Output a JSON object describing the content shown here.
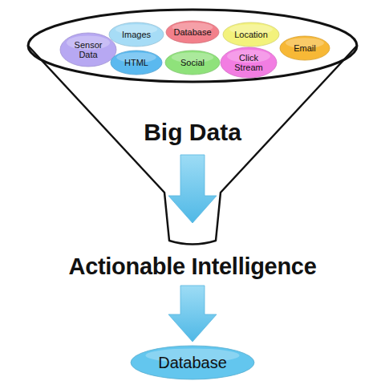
{
  "diagram": {
    "nodes": [
      {
        "text": [
          "Big Data"
        ]
      },
      {
        "text": [
          "Sensor Data"
        ],
        "in": 0
      },
      {
        "text": [
          "Images"
        ],
        "in": 0
      },
      {
        "text": [
          "Database"
        ],
        "in": 0
      },
      {
        "text": [
          "Location"
        ],
        "in": 0
      },
      {
        "text": [
          "Email"
        ],
        "in": 0
      },
      {
        "text": [
          "HTML"
        ],
        "in": 0
      },
      {
        "text": [
          "Social"
        ],
        "in": 0
      },
      {
        "text": [
          "Click Stream"
        ],
        "in": 0
      },
      {
        "text": [
          "Actionable Intelligence"
        ]
      },
      {
        "text": [
          "Database"
        ]
      }
    ],
    "edges": [
      {
        "from": 0,
        "to": 9,
        "arrow": "to"
      },
      {
        "from": 9,
        "to": 10,
        "arrow": "to"
      }
    ]
  }
}
